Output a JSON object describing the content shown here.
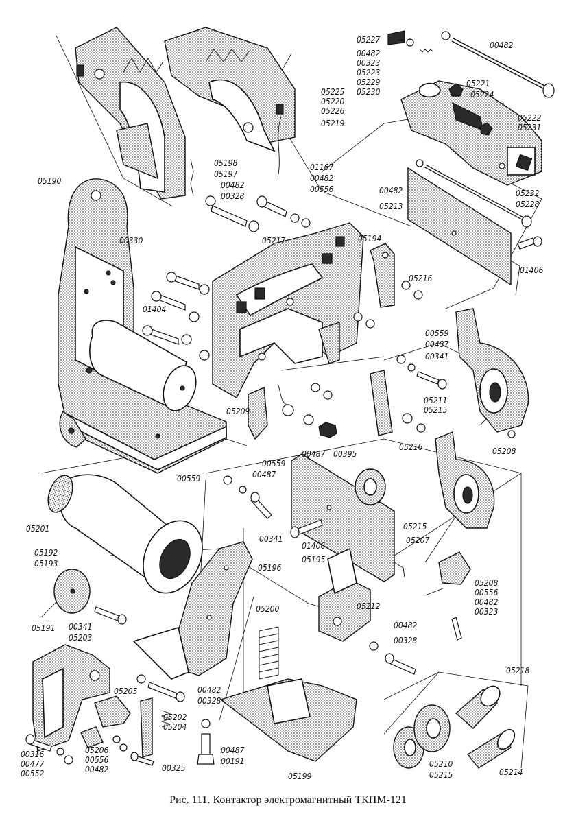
{
  "caption": "Рис. 111. Контактор электромагнитный ТКПМ-121",
  "labels": {
    "l05227": "05227",
    "l00482a": "00482",
    "l00323a": "00323",
    "l05223": "05223",
    "l05229": "05229",
    "l05230": "05230",
    "l05221": "05221",
    "l05224": "05224",
    "l05225": "05225",
    "l05220": "05220",
    "l05226": "05226",
    "l05219": "05219",
    "l05222": "05222",
    "l05231": "05231",
    "l00482top": "00482",
    "l05190": "05190",
    "l05198": "05198",
    "l05197": "05197",
    "l00482b": "00482",
    "l00328a": "00328",
    "l01167": "01167",
    "l00482c": "00482",
    "l00556a": "00556",
    "l00482d": "00482",
    "l05213": "05213",
    "l05232": "05232",
    "l05228": "05228",
    "l00330": "00330",
    "l05217": "05217",
    "l05194": "05194",
    "l05216a": "05216",
    "l01406a": "01406",
    "l01404": "01404",
    "l00559a": "00559",
    "l00487a": "00487",
    "l00341a": "00341",
    "l05211": "05211",
    "l05215a": "05215",
    "l05209": "05209",
    "l00487b": "00487",
    "l00395": "00395",
    "l05216b": "05216",
    "l05208a": "05208",
    "l00559b": "00559",
    "l00559c": "00559",
    "l00487c": "00487",
    "l00341b": "00341",
    "l05201": "05201",
    "l05215b": "05215",
    "l05207": "05207",
    "l01406b": "01406",
    "l05195": "05195",
    "l05192": "05192",
    "l05193": "05193",
    "l05196": "05196",
    "l05212": "05212",
    "l05208b": "05208",
    "l00556b": "00556",
    "l00482e": "00482",
    "l00323b": "00323",
    "l05191": "05191",
    "l00341c": "00341",
    "l05203": "05203",
    "l05200": "05200",
    "l00482f": "00482",
    "l00328b": "00328",
    "l05218": "05218",
    "l00482g": "00482",
    "l00328c": "00328",
    "l05205": "05205",
    "l05202": "05202",
    "l05204": "05204",
    "l00316": "00316",
    "l00477": "00477",
    "l00552": "00552",
    "l05206": "05206",
    "l00556c": "00556",
    "l00482h": "00482",
    "l00325": "00325",
    "l00487d": "00487",
    "l00191": "00191",
    "l05199": "05199",
    "l05210": "05210",
    "l05215c": "05215",
    "l05214": "05214"
  }
}
